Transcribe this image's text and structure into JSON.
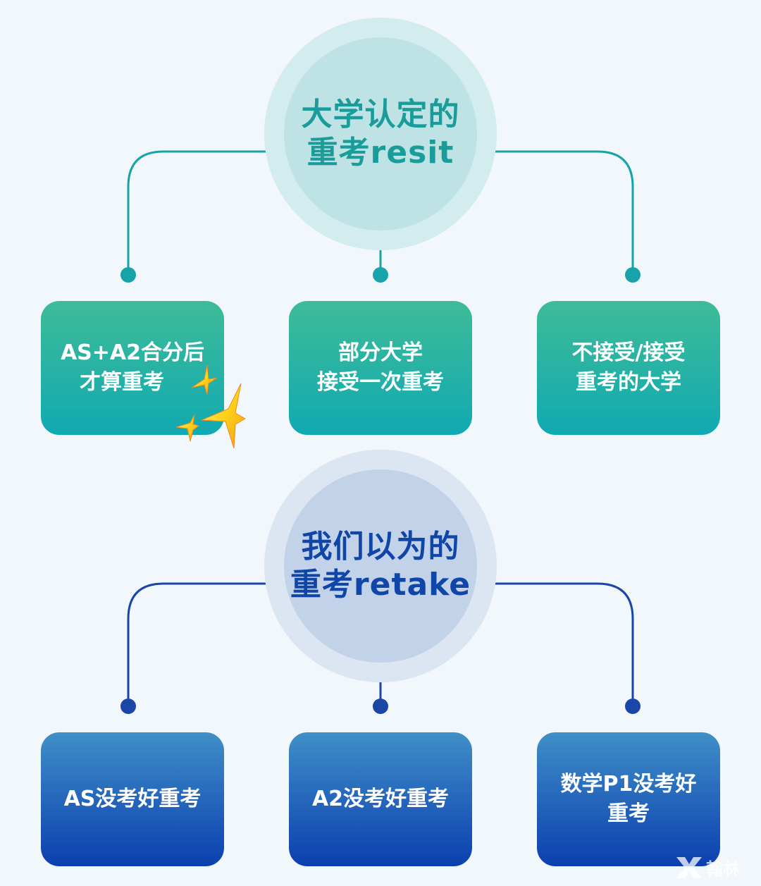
{
  "top_group": {
    "hub": {
      "lines": [
        "大学认定的",
        "重考resit"
      ]
    },
    "boxes": [
      {
        "lines": [
          "AS+A2合分后",
          "才算重考"
        ]
      },
      {
        "lines": [
          "部分大学",
          "接受一次重考"
        ]
      },
      {
        "lines": [
          "不接受/接受",
          "重考的大学"
        ]
      }
    ]
  },
  "bottom_group": {
    "hub": {
      "lines": [
        "我们以为的",
        "重考retake"
      ]
    },
    "boxes": [
      {
        "lines": [
          "AS没考好重考"
        ]
      },
      {
        "lines": [
          "A2没考好重考"
        ]
      },
      {
        "lines": [
          "数学P1没考好",
          "重考"
        ]
      }
    ]
  },
  "watermark": {
    "text": "翰林"
  },
  "colors": {
    "background": "#f2f7fc",
    "teal_connector": "#17a3a9",
    "teal_text": "#1a9c9b",
    "blue_connector": "#1a46a8",
    "blue_text": "#0f46a8",
    "box_text": "#ffffff"
  },
  "icons": {
    "sparkle": "sparkles-icon",
    "logo": "logo-icon"
  }
}
